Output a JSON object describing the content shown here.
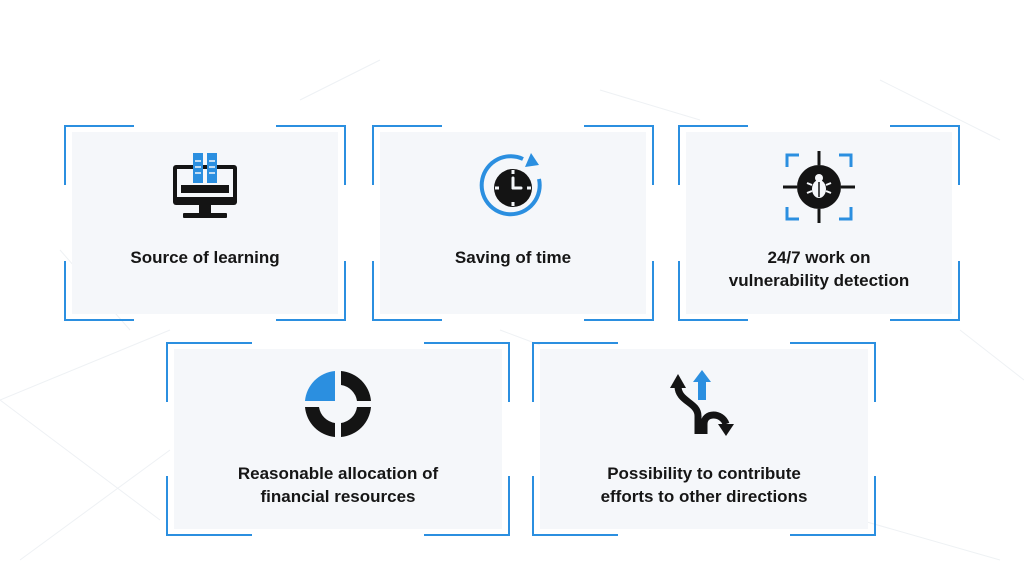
{
  "cards": [
    {
      "id": "source-of-learning",
      "icon": "computer-books-icon",
      "lines": [
        "Source of learning"
      ]
    },
    {
      "id": "saving-of-time",
      "icon": "clock-refresh-icon",
      "lines": [
        "Saving of time"
      ]
    },
    {
      "id": "vulnerability-detection",
      "icon": "bug-target-icon",
      "lines": [
        "24/7 work on",
        "vulnerability detection"
      ]
    },
    {
      "id": "financial-resources",
      "icon": "pie-chart-icon",
      "lines": [
        "Reasonable allocation of",
        "financial resources"
      ]
    },
    {
      "id": "contribute-efforts",
      "icon": "diverging-arrows-icon",
      "lines": [
        "Possibility to contribute",
        "efforts to other directions"
      ]
    }
  ],
  "colors": {
    "accent": "#2b8fe0",
    "icon_dark": "#141414",
    "panel": "#f5f7fa",
    "text": "#161616"
  }
}
